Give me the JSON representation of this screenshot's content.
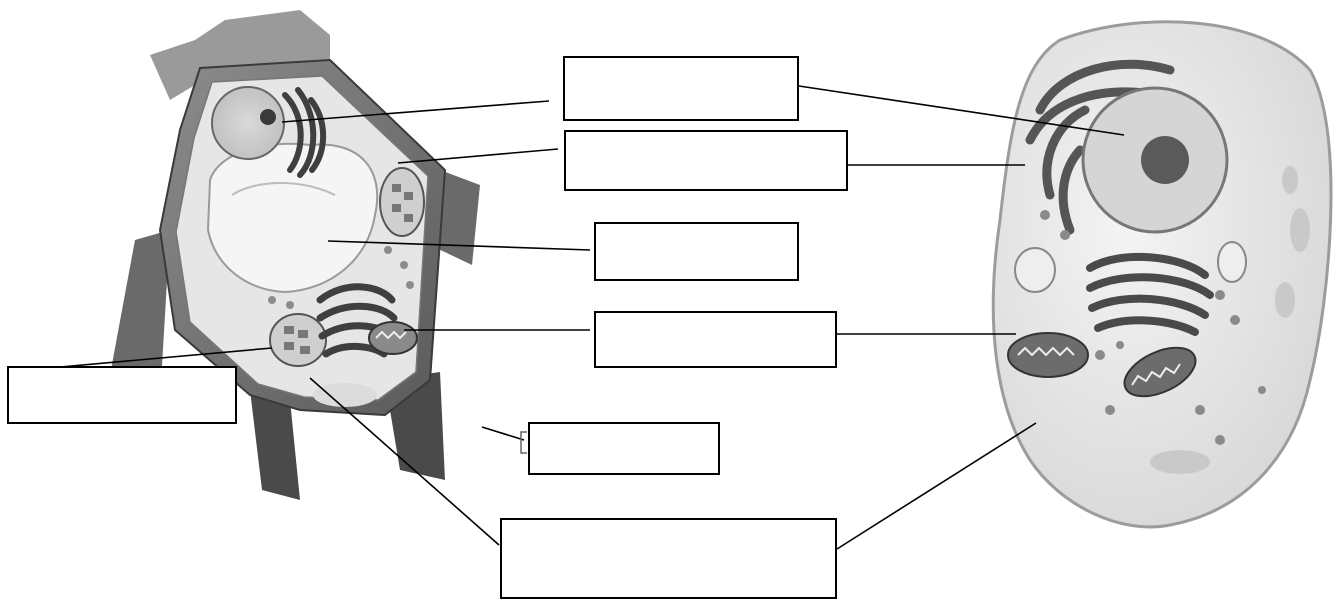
{
  "diagram": {
    "type": "cell-organelle-labeling-worksheet",
    "figures": [
      {
        "id": "plant-cell",
        "side": "left"
      },
      {
        "id": "animal-cell",
        "side": "right"
      }
    ],
    "label_boxes": [
      {
        "id": "box-1",
        "text": ""
      },
      {
        "id": "box-2",
        "text": ""
      },
      {
        "id": "box-3",
        "text": ""
      },
      {
        "id": "box-4",
        "text": ""
      },
      {
        "id": "box-5",
        "text": ""
      },
      {
        "id": "box-6",
        "text": ""
      },
      {
        "id": "box-7",
        "text": ""
      }
    ],
    "colors": {
      "background": "#ffffff",
      "box_border": "#000000",
      "leader_line": "#000000",
      "cell_wall": "#6e6e6e",
      "cytoplasm": "#ececec",
      "organelle_dark": "#3f3f3f",
      "organelle_mid": "#8a8a8a"
    }
  }
}
